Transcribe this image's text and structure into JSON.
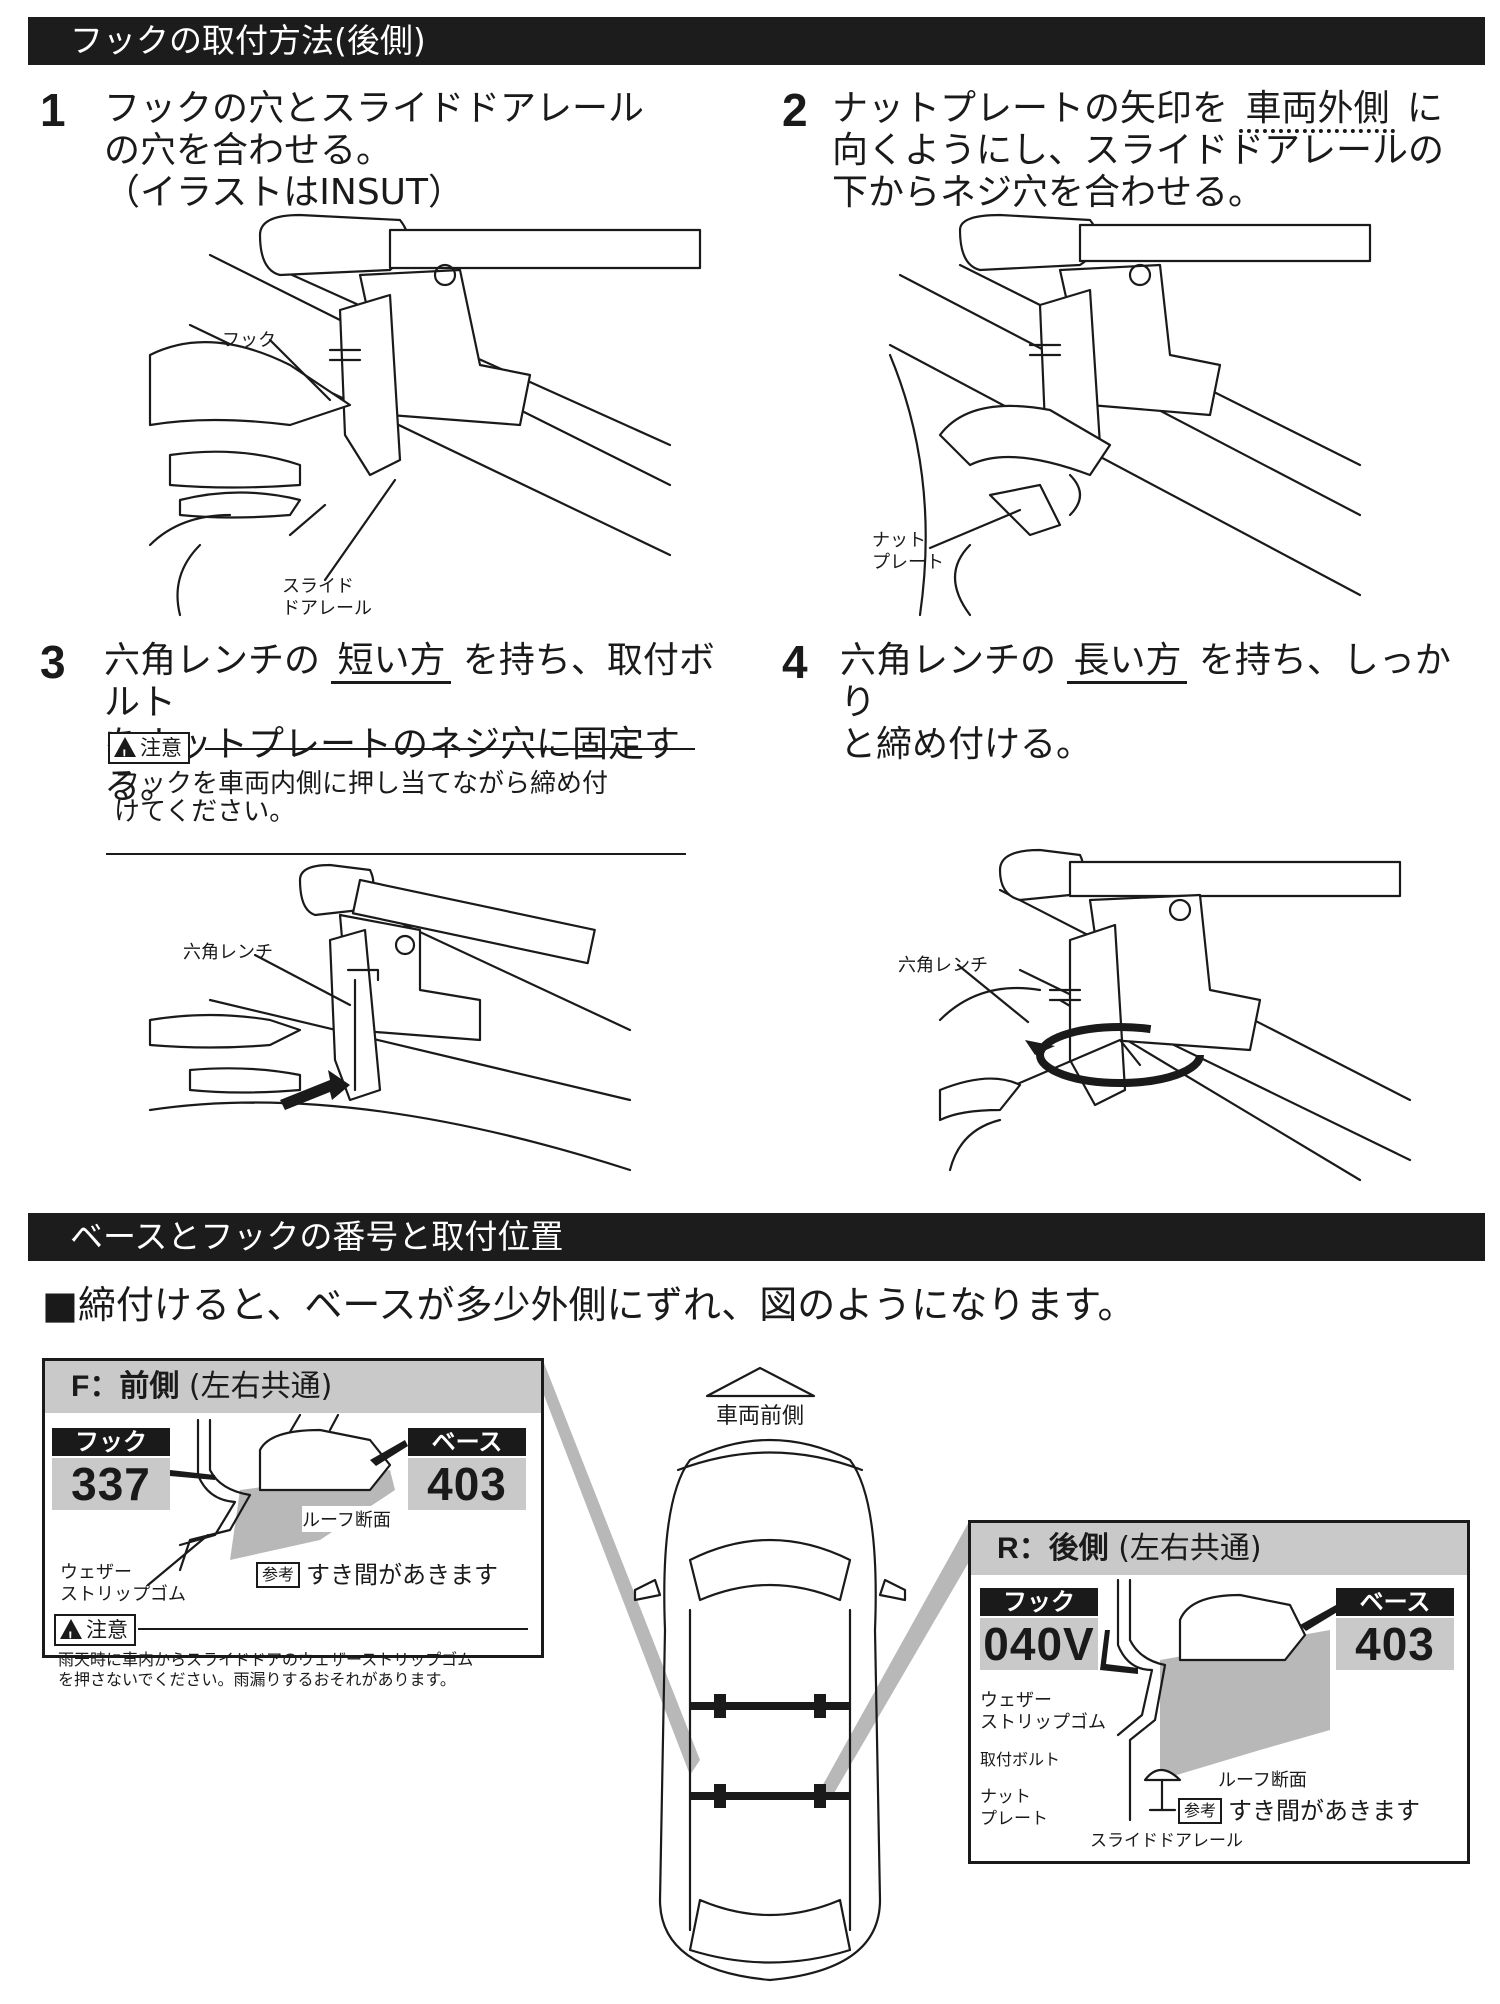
{
  "section1": {
    "title": "フックの取付方法(後側)"
  },
  "steps": [
    {
      "num": "1",
      "text": "フックの穴とスライドドアレール\nの穴を合わせる。\n（イラストはINSUT）"
    },
    {
      "num": "2",
      "pre": "ナットプレートの矢印を ",
      "highlight": "車両外側",
      "post": " に\n向くようにし、スライドドアレールの\n下からネジ穴を合わせる。"
    },
    {
      "num": "3",
      "pre": "六角レンチの ",
      "highlight": "短い方",
      "post": " を持ち、取付ボルト\nをナットプレートのネジ穴に固定する。"
    },
    {
      "num": "4",
      "pre": "六角レンチの ",
      "highlight": "長い方",
      "post": " を持ち、しっかり\nと締め付ける。"
    }
  ],
  "step3_caution": {
    "badge": "注意",
    "text": "フックを車両内側に押し当てながら締め付\nけてください。"
  },
  "illus_labels": {
    "hook": "フック",
    "slide_rail": "スライド\nドアレール",
    "nut_plate": "ナット\nプレート",
    "hex_wrench_3": "六角レンチ",
    "hex_wrench_4": "六角レンチ"
  },
  "section2": {
    "title": "ベースとフックの番号と取付位置"
  },
  "note": {
    "square": "■",
    "text": "締付けると、ベースが多少外側にずれ、図のようになります。"
  },
  "front_box": {
    "head_bold": "F：前側",
    "head_normal": " (左右共通)",
    "hook_label": "フック",
    "hook_num": "337",
    "base_label": "ベース",
    "base_num": "403",
    "roof_section": "ルーフ断面",
    "weather_strip": "ウェザー\nストリップゴム",
    "ref_badge": "参考",
    "gap_text": "すき間があきます",
    "caution_badge": "注意",
    "caution_text": "雨天時に車内からスライドドアのウェザーストリップゴム\nを押さないでください。雨漏りするおそれがあります。"
  },
  "car": {
    "front_label": "車両前側"
  },
  "rear_box": {
    "head_bold": "R：後側",
    "head_normal": " (左右共通)",
    "hook_label": "フック",
    "hook_num": "040V",
    "base_label": "ベース",
    "base_num": "403",
    "weather_strip": "ウェザー\nストリップゴム",
    "roof_section": "ルーフ断面",
    "bolt": "取付ボルト",
    "nut_plate": "ナット\nプレート",
    "rail": "スライドドアレール",
    "ref_badge": "参考",
    "gap_text": "すき間があきます"
  }
}
